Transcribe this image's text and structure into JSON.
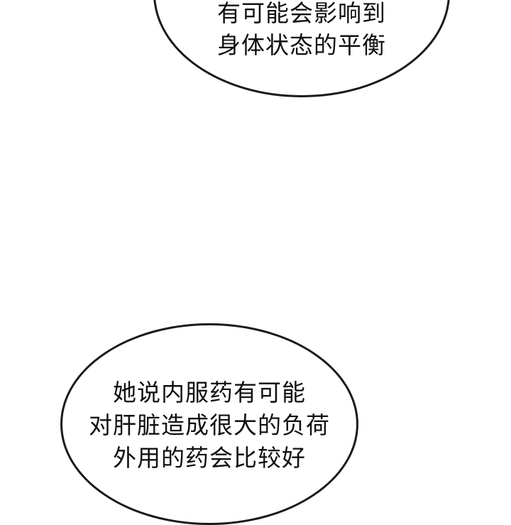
{
  "panel": {
    "background": "#ffffff",
    "bubbles": [
      {
        "id": "top",
        "lines": [
          "有可能会影响到",
          "身体状态的平衡"
        ]
      },
      {
        "id": "bottom",
        "lines": [
          "她说内服药有可能",
          "对肝脏造成很大的负荷",
          "外用的药会比较好"
        ]
      }
    ]
  }
}
